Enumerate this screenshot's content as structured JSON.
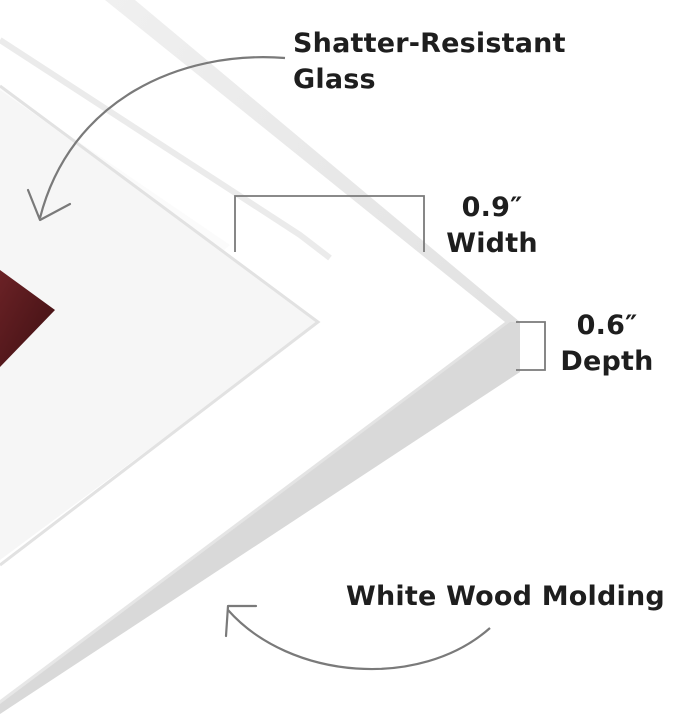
{
  "callouts": {
    "glass": {
      "line1": "Shatter-Resistant",
      "line2": "Glass"
    },
    "width": {
      "value": "0.9″",
      "label": "Width"
    },
    "depth": {
      "value": "0.6″",
      "label": "Depth"
    },
    "molding": {
      "text": "White Wood Molding"
    }
  },
  "colors": {
    "frame_face": "#ffffff",
    "frame_shadow": "#dedede",
    "frame_side": "#e8e8e8",
    "mat": "#f7f7f7",
    "photo": "#5a1a1e",
    "annotation_line": "#7a7a7a",
    "text": "#1e1e1e"
  }
}
